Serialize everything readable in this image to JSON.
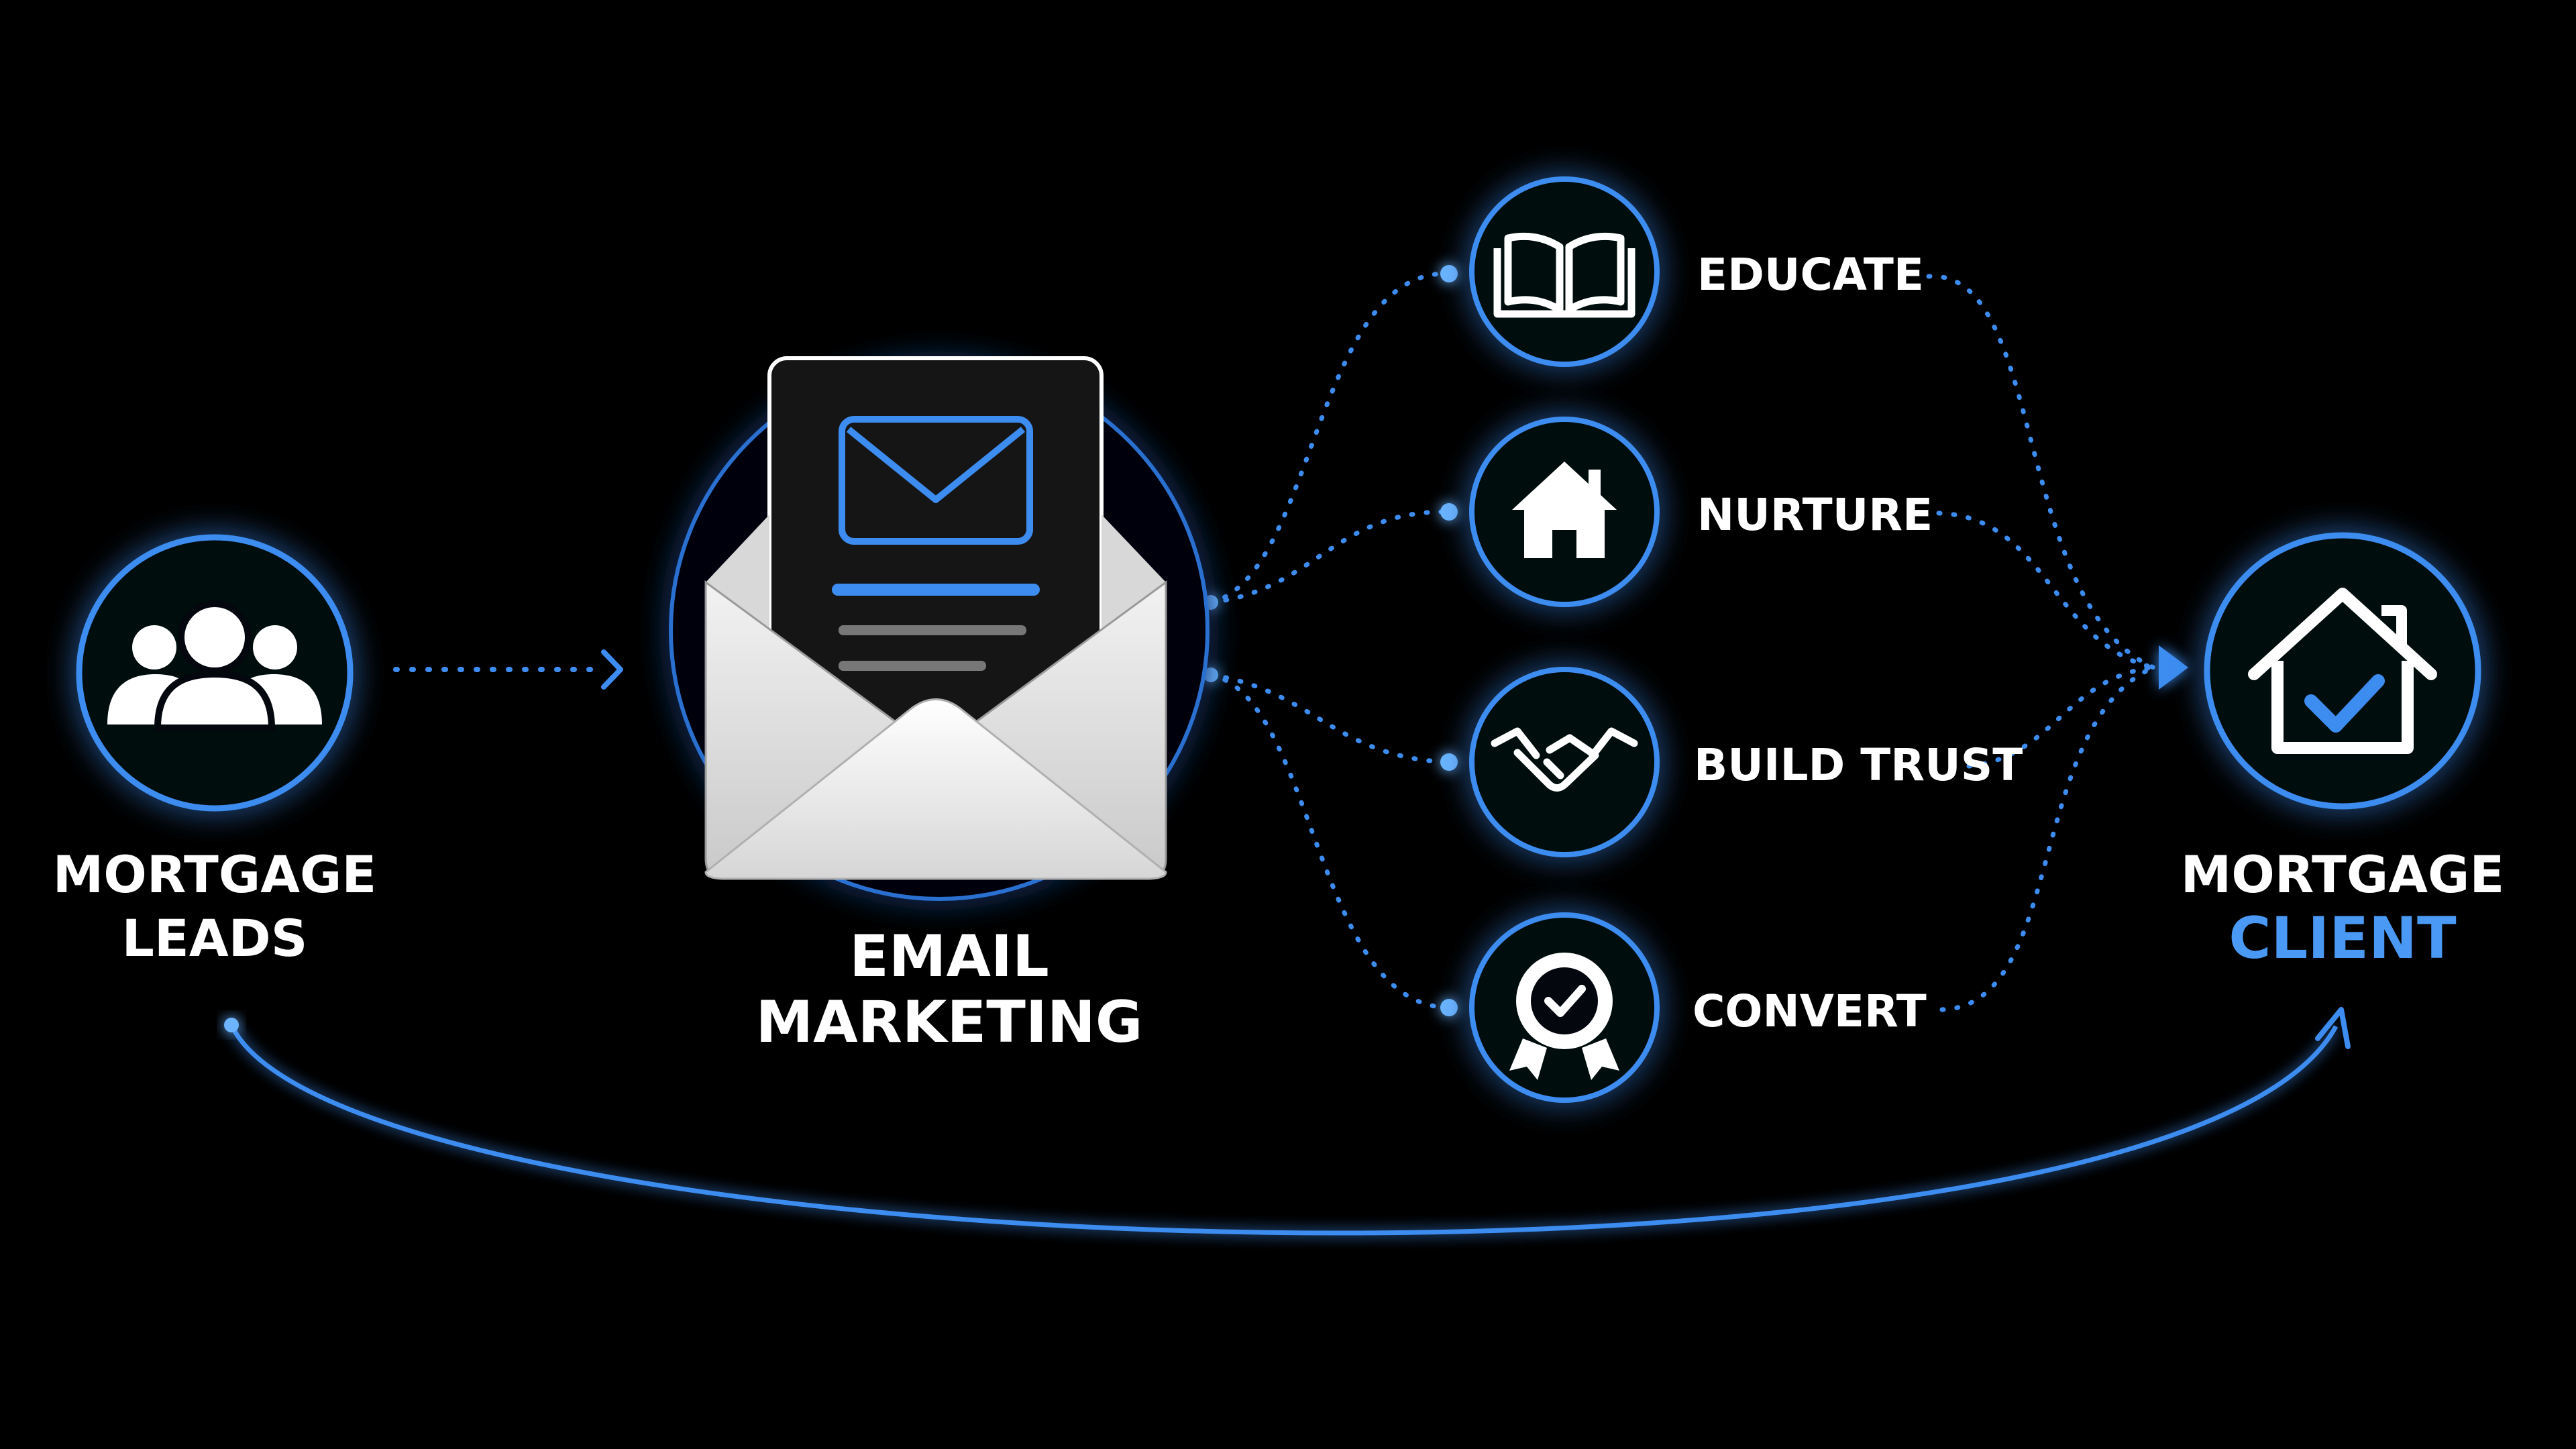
{
  "nodes": {
    "leads": {
      "line1": "MORTGAGE",
      "line2": "LEADS",
      "icon": "people-group-icon"
    },
    "email": {
      "line1": "EMAIL",
      "line2": "MARKETING",
      "icon": "envelope-letter-icon"
    },
    "client": {
      "line1": "MORTGAGE",
      "line2": "CLIENT",
      "icon": "house-check-icon"
    }
  },
  "steps": [
    {
      "label": "EDUCATE",
      "icon": "open-book-icon"
    },
    {
      "label": "NURTURE",
      "icon": "house-icon"
    },
    {
      "label": "BUILD TRUST",
      "icon": "handshake-icon"
    },
    {
      "label": "CONVERT",
      "icon": "badge-check-icon"
    }
  ],
  "colors": {
    "background": "#000000",
    "accent": "#3d8cf0",
    "accent_light": "#6cb4ff",
    "text": "#ffffff",
    "client_highlight": "#4a9af5"
  }
}
